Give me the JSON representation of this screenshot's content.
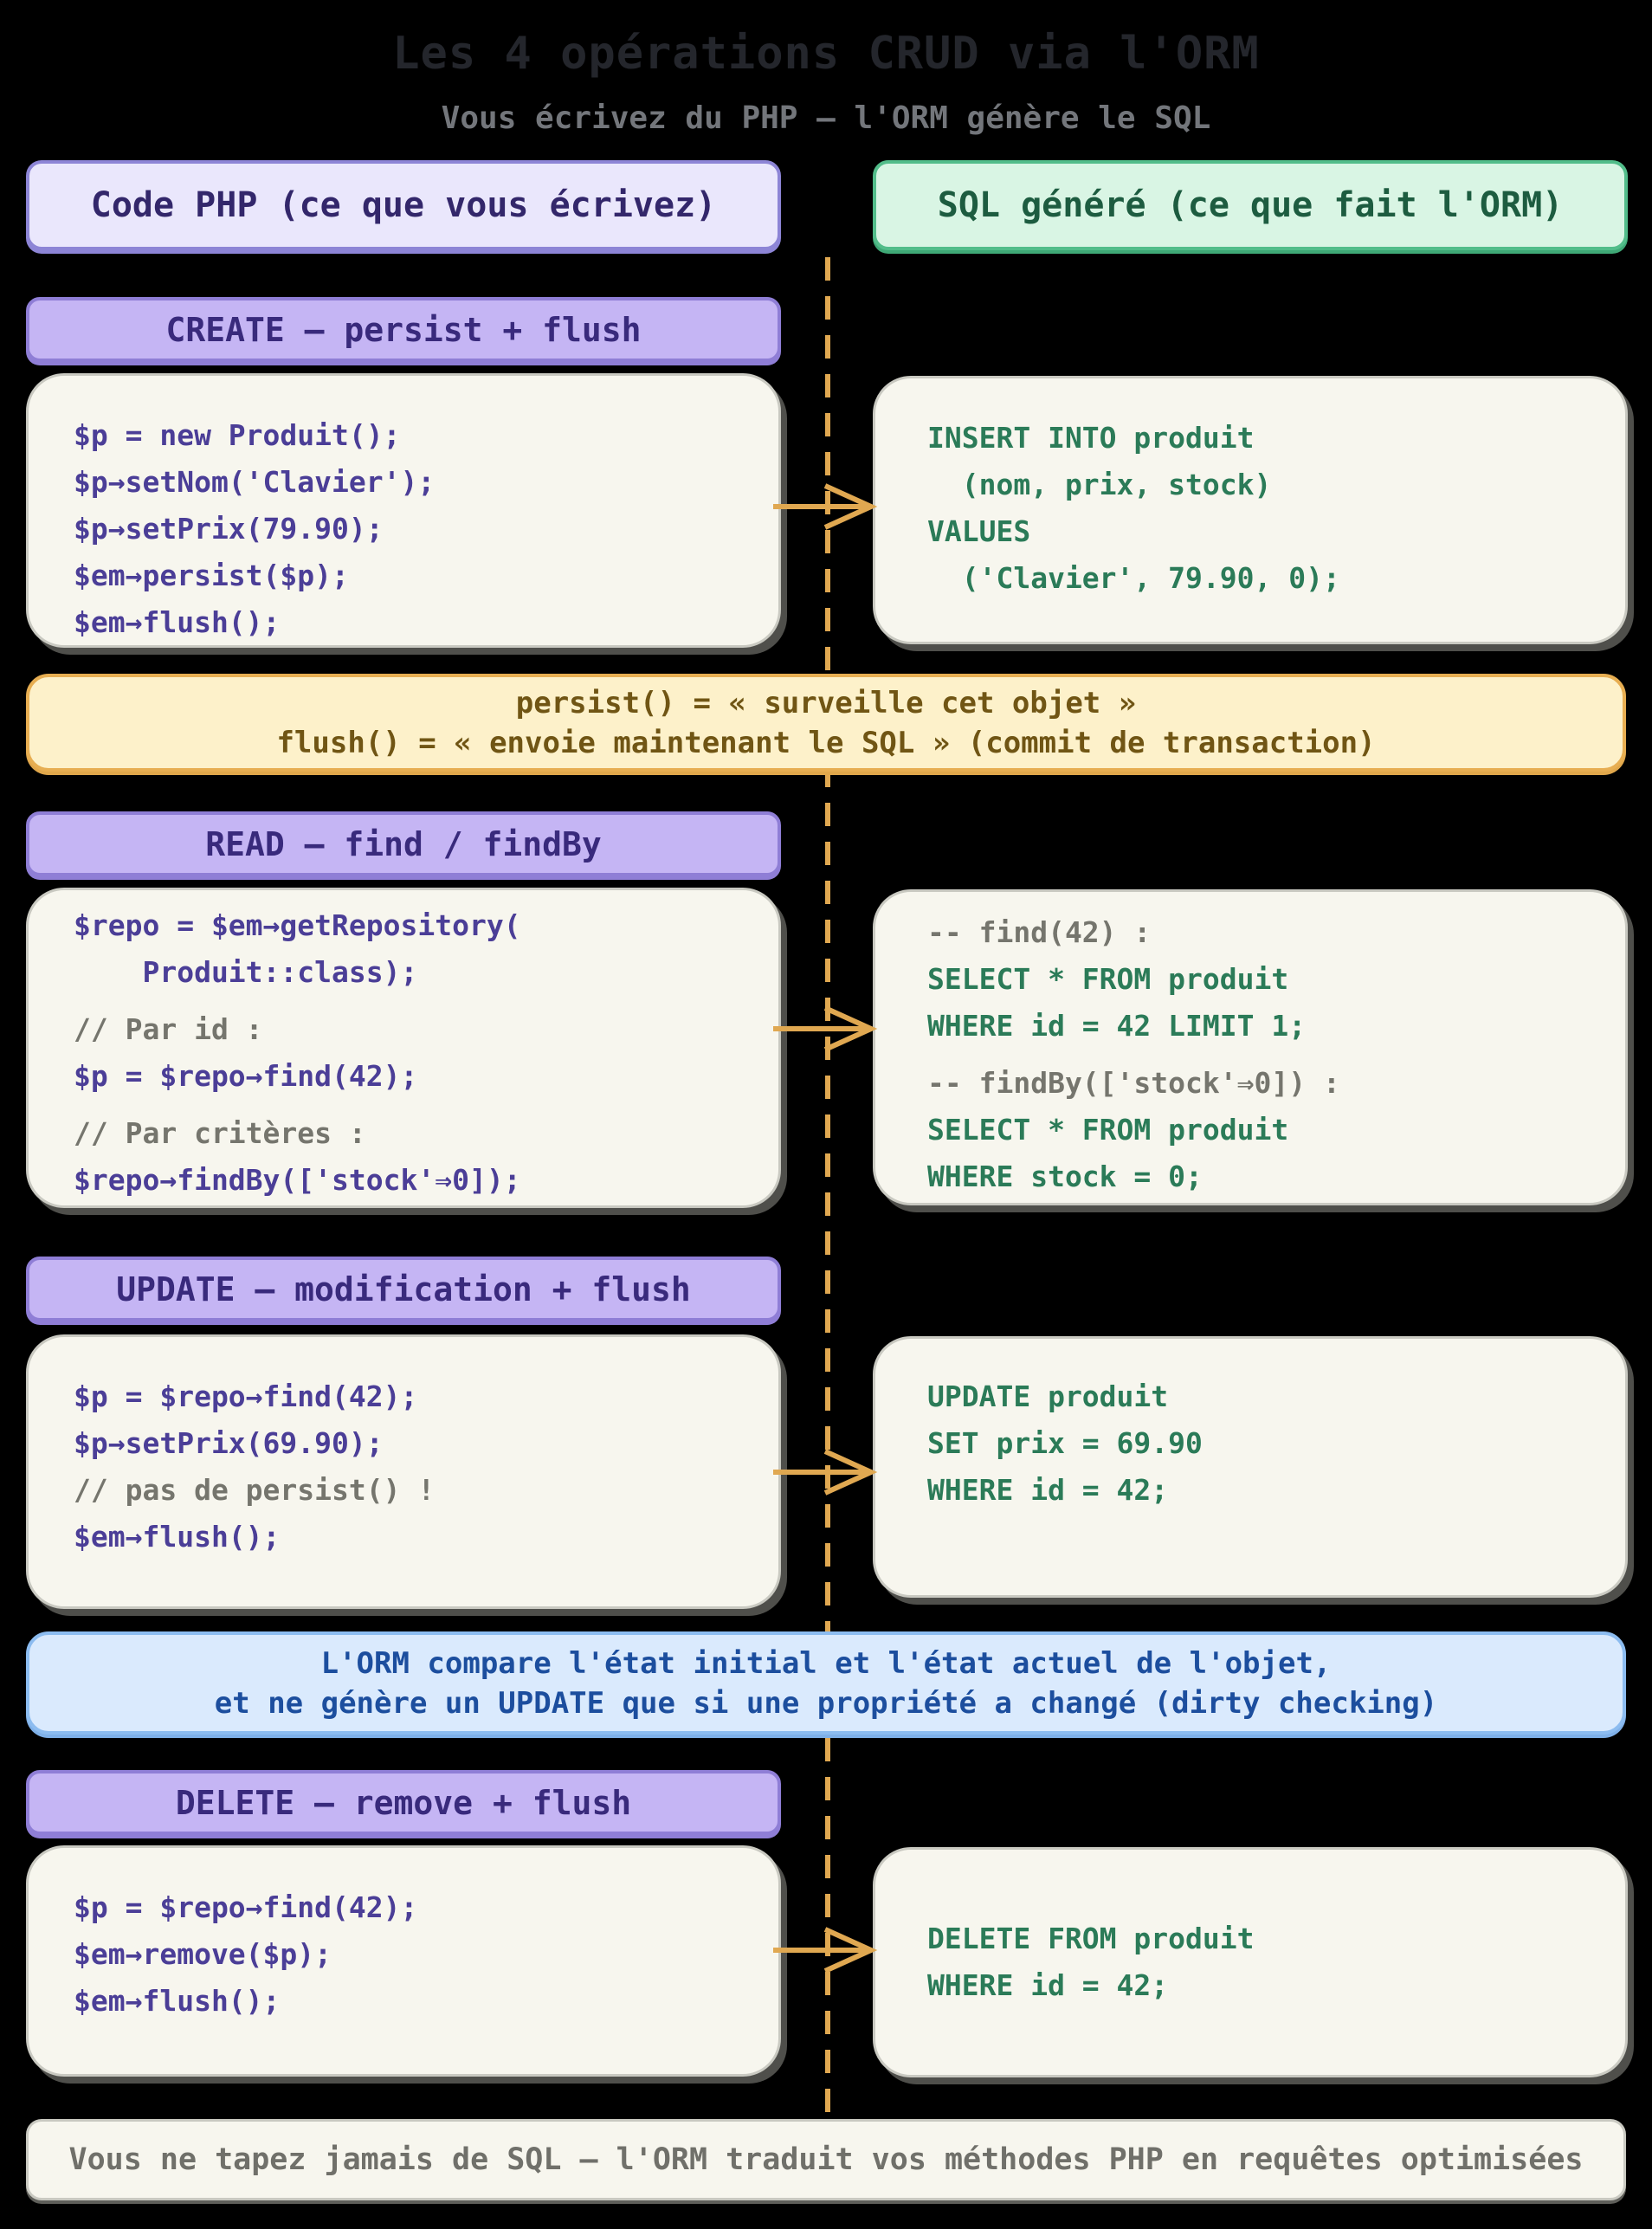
{
  "title": "Les 4 opérations CRUD via l'ORM",
  "subtitle": "Vous écrivez du PHP — l'ORM génère le SQL",
  "columns": {
    "php_header": "Code PHP (ce que vous écrivez)",
    "sql_header": "SQL généré (ce que fait l'ORM)"
  },
  "sections": {
    "create": {
      "header": "CREATE — persist + flush",
      "php": [
        {
          "t": "code",
          "s": "$p = new Produit();"
        },
        {
          "t": "code",
          "s": "$p→setNom('Clavier');"
        },
        {
          "t": "code",
          "s": "$p→setPrix(79.90);"
        },
        {
          "t": "code",
          "s": "$em→persist($p);"
        },
        {
          "t": "code",
          "s": "$em→flush();"
        }
      ],
      "sql": [
        {
          "t": "code",
          "s": "INSERT INTO produit"
        },
        {
          "t": "code",
          "s": "  (nom, prix, stock)"
        },
        {
          "t": "code",
          "s": "VALUES"
        },
        {
          "t": "code",
          "s": "  ('Clavier', 79.90, 0);"
        }
      ]
    },
    "read": {
      "header": "READ — find / findBy",
      "php": [
        {
          "t": "code",
          "s": "$repo = $em→getRepository("
        },
        {
          "t": "code",
          "s": "    Produit::class);"
        },
        {
          "t": "gap",
          "s": ""
        },
        {
          "t": "comment",
          "s": "// Par id :"
        },
        {
          "t": "code",
          "s": "$p = $repo→find(42);"
        },
        {
          "t": "gap",
          "s": ""
        },
        {
          "t": "comment",
          "s": "// Par critères :"
        },
        {
          "t": "code",
          "s": "$repo→findBy(['stock'⇒0]);"
        }
      ],
      "sql": [
        {
          "t": "comment",
          "s": "-- find(42) :"
        },
        {
          "t": "code",
          "s": "SELECT * FROM produit"
        },
        {
          "t": "code",
          "s": "WHERE id = 42 LIMIT 1;"
        },
        {
          "t": "gap",
          "s": ""
        },
        {
          "t": "comment",
          "s": "-- findBy(['stock'⇒0]) :"
        },
        {
          "t": "code",
          "s": "SELECT * FROM produit"
        },
        {
          "t": "code",
          "s": "WHERE stock = 0;"
        }
      ]
    },
    "update": {
      "header": "UPDATE — modification + flush",
      "php": [
        {
          "t": "code",
          "s": "$p = $repo→find(42);"
        },
        {
          "t": "code",
          "s": "$p→setPrix(69.90);"
        },
        {
          "t": "comment",
          "s": "// pas de persist() !"
        },
        {
          "t": "code",
          "s": "$em→flush();"
        }
      ],
      "sql": [
        {
          "t": "code",
          "s": "UPDATE produit"
        },
        {
          "t": "code",
          "s": "SET prix = 69.90"
        },
        {
          "t": "code",
          "s": "WHERE id = 42;"
        }
      ]
    },
    "delete": {
      "header": "DELETE — remove + flush",
      "php": [
        {
          "t": "code",
          "s": "$p = $repo→find(42);"
        },
        {
          "t": "code",
          "s": "$em→remove($p);"
        },
        {
          "t": "code",
          "s": "$em→flush();"
        }
      ],
      "sql": [
        {
          "t": "code",
          "s": "DELETE FROM produit"
        },
        {
          "t": "code",
          "s": "WHERE id = 42;"
        }
      ]
    }
  },
  "callouts": {
    "persist_flush": {
      "line1": "persist() = « surveille cet objet »",
      "line2": "flush() = « envoie maintenant le SQL » (commit de transaction)"
    },
    "dirty_checking": {
      "line1": "L'ORM compare l'état initial et l'état actuel de l'objet,",
      "line2": "et ne génère un UPDATE que si une propriété a changé (dirty checking)"
    }
  },
  "footer": "Vous ne tapez jamais de SQL — l'ORM traduit vos méthodes PHP en requêtes optimisées",
  "colors": {
    "php_code": "#4b3e97",
    "sql_code": "#2b7b58",
    "comment": "#75756d",
    "arrow": "#e0a851",
    "php_header_bg": "#eae7fc",
    "sql_header_bg": "#d9f5e4",
    "section_bar_bg": "#c5b5f4",
    "code_box_bg": "#f7f6ee",
    "yellow_callout_bg": "#fdf1ca",
    "blue_callout_bg": "#daeafd"
  }
}
